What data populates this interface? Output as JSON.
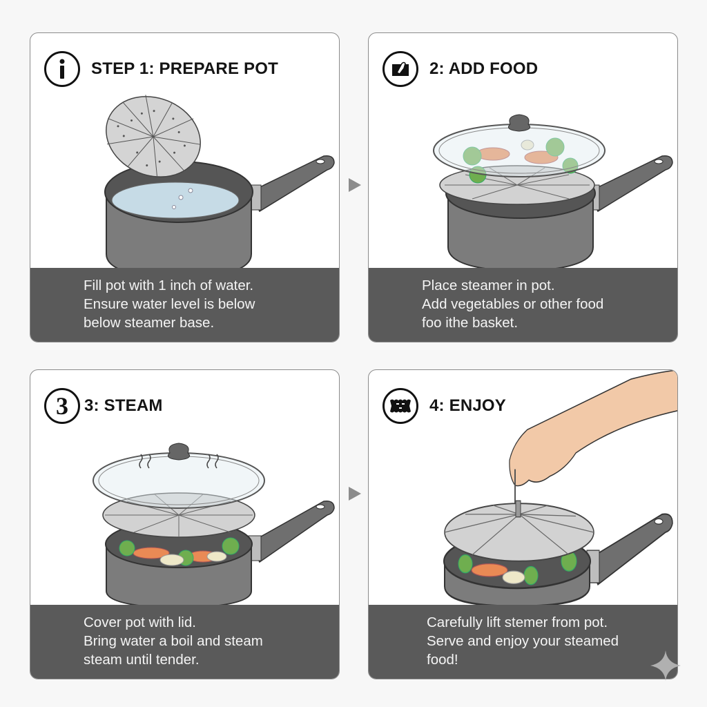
{
  "steps": [
    {
      "number": "1",
      "icon": "info-icon",
      "title": "STEP 1: PREPARE POT",
      "caption": [
        "Fill pot with 1 inch of water.",
        "Ensure water level is below",
        "below steamer base."
      ],
      "illustration": "pot-with-water-and-folding-steamer"
    },
    {
      "number": "2",
      "icon": "add-food-icon",
      "title": "2: ADD FOOD",
      "caption": [
        "Place steamer in pot.",
        "Add vegetables or other food",
        "foo ithe basket."
      ],
      "illustration": "pot-with-steamer-vegetables-glass-lid"
    },
    {
      "number": "3",
      "icon": "number-3-icon",
      "title": "3: STEAM",
      "caption": [
        "Cover pot with lid.",
        "Bring water a boil and steam",
        "steam until tender."
      ],
      "illustration": "covered-pot-steaming"
    },
    {
      "number": "4",
      "icon": "enjoy-icon",
      "title": "4: ENJOY",
      "caption": [
        "Carefully lift stemer from pot.",
        "Serve and enjoy your steamed",
        "food!"
      ],
      "illustration": "hand-lifting-steamer"
    }
  ],
  "colors": {
    "caption_bg": "#5a5a5a",
    "pot": "#7a7a7a",
    "water": "#c6dbe6",
    "carrot": "#e98a55",
    "broccoli": "#6fae4f",
    "skin": "#f2c9a8",
    "arrow": "#8c8c8c"
  },
  "arrows": [
    "next-arrow-1",
    "next-arrow-2"
  ]
}
